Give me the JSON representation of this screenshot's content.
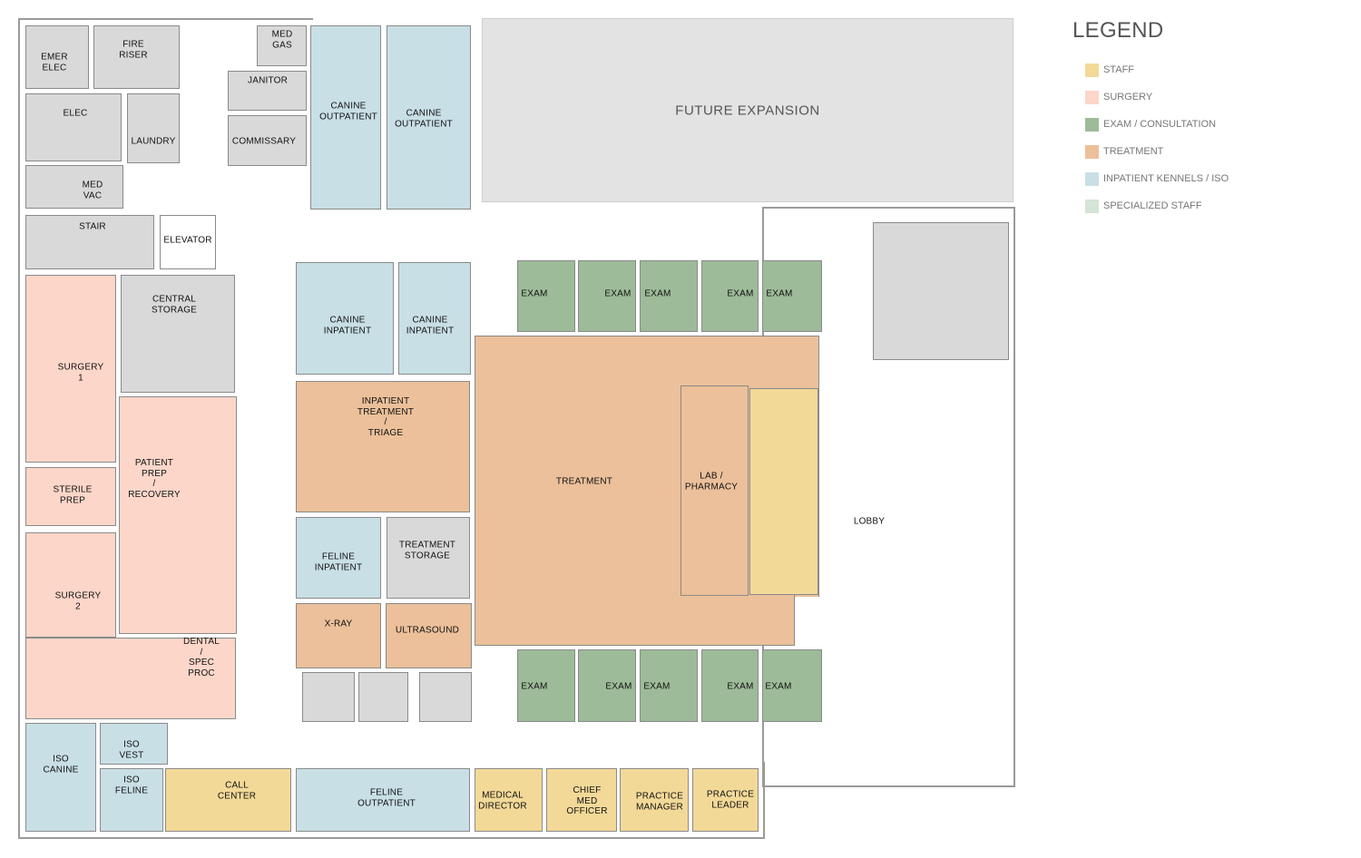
{
  "legend": {
    "title": "LEGEND",
    "items": [
      {
        "label": "STAFF",
        "color": "#f3d998"
      },
      {
        "label": "SURGERY",
        "color": "#fcd6c9"
      },
      {
        "label": "EXAM / CONSULTATION",
        "color": "#9dbb98"
      },
      {
        "label": "TREATMENT",
        "color": "#ebc09a"
      },
      {
        "label": "INPATIENT KENNELS / ISO",
        "color": "#c9dfe6"
      },
      {
        "label": "SPECIALIZED STAFF",
        "color": "#d4e4d6"
      }
    ]
  },
  "future_expansion": "FUTURE EXPANSION",
  "rooms": {
    "emer_elec": "EMER\nELEC",
    "fire_riser": "FIRE\nRISER",
    "elec": "ELEC",
    "laundry": "LAUNDRY",
    "med_vac": "MED\nVAC",
    "med_gas": "MED\nGAS",
    "janitor": "JANITOR",
    "commissary": "COMMISSARY",
    "stair": "STAIR",
    "elevator": "ELEVATOR",
    "canine_outpatient_1": "CANINE\nOUTPATIENT",
    "canine_outpatient_2": "CANINE\nOUTPATIENT",
    "central_storage": "CENTRAL\nSTORAGE",
    "canine_inpatient_1": "CANINE\nINPATIENT",
    "canine_inpatient_2": "CANINE\nINPATIENT",
    "inpatient_treatment": "INPATIENT\nTREATMENT\n/\nTRIAGE",
    "treatment": "TREATMENT",
    "lab_pharmacy": "LAB /\nPHARMACY",
    "feline_inpatient": "FELINE\nINPATIENT",
    "treatment_storage": "TREATMENT\nSTORAGE",
    "xray": "X-RAY",
    "ultrasound": "ULTRASOUND",
    "surgery_1": "SURGERY\n1",
    "patient_prep": "PATIENT\nPREP\n/\nRECOVERY",
    "sterile_prep": "STERILE\nPREP",
    "surgery_2": "SURGERY\n2",
    "dental": "DENTAL\n/\nSPEC\nPROC",
    "iso_canine": "ISO\nCANINE",
    "iso_vest": "ISO\nVEST",
    "iso_feline": "ISO\nFELINE",
    "call_center": "CALL\nCENTER",
    "feline_outpatient": "FELINE\nOUTPATIENT",
    "medical_director": "MEDICAL\nDIRECTOR",
    "chief_med_officer": "CHIEF\nMED\nOFFICER",
    "practice_manager": "PRACTICE\nMANAGER",
    "practice_leader": "PRACTICE\nLEADER",
    "lobby": "LOBBY",
    "exam": "EXAM"
  }
}
